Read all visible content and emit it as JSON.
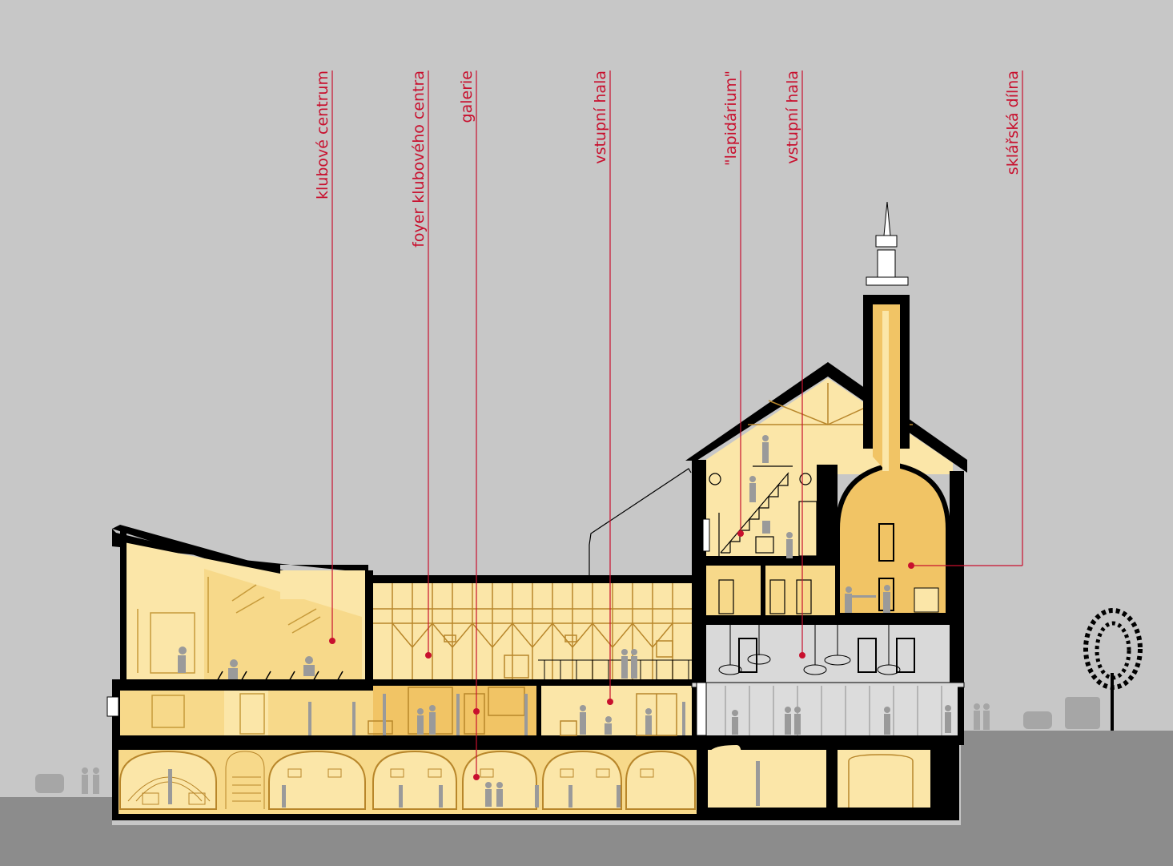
{
  "labels": {
    "klubove_centrum": "klubové centrum",
    "foyer": "foyer klubového centra",
    "galerie": "galerie",
    "vstupni_hala_1": "vstupní hala",
    "lapidarium": "\"lapidárium\"",
    "vstupni_hala_2": "vstupní hala",
    "sklarska_dilna": "sklářská dílna"
  },
  "colors": {
    "background": "#c7c7c7",
    "ground": "#8c8c8c",
    "wall": "#000000",
    "interior_light": "#fbe6a8",
    "interior_mid": "#f7d98a",
    "interior_dark": "#f1c465",
    "entrance_hall": "#d9d9d9",
    "label_line": "#c8102e",
    "figures": "#9a9a9a"
  }
}
